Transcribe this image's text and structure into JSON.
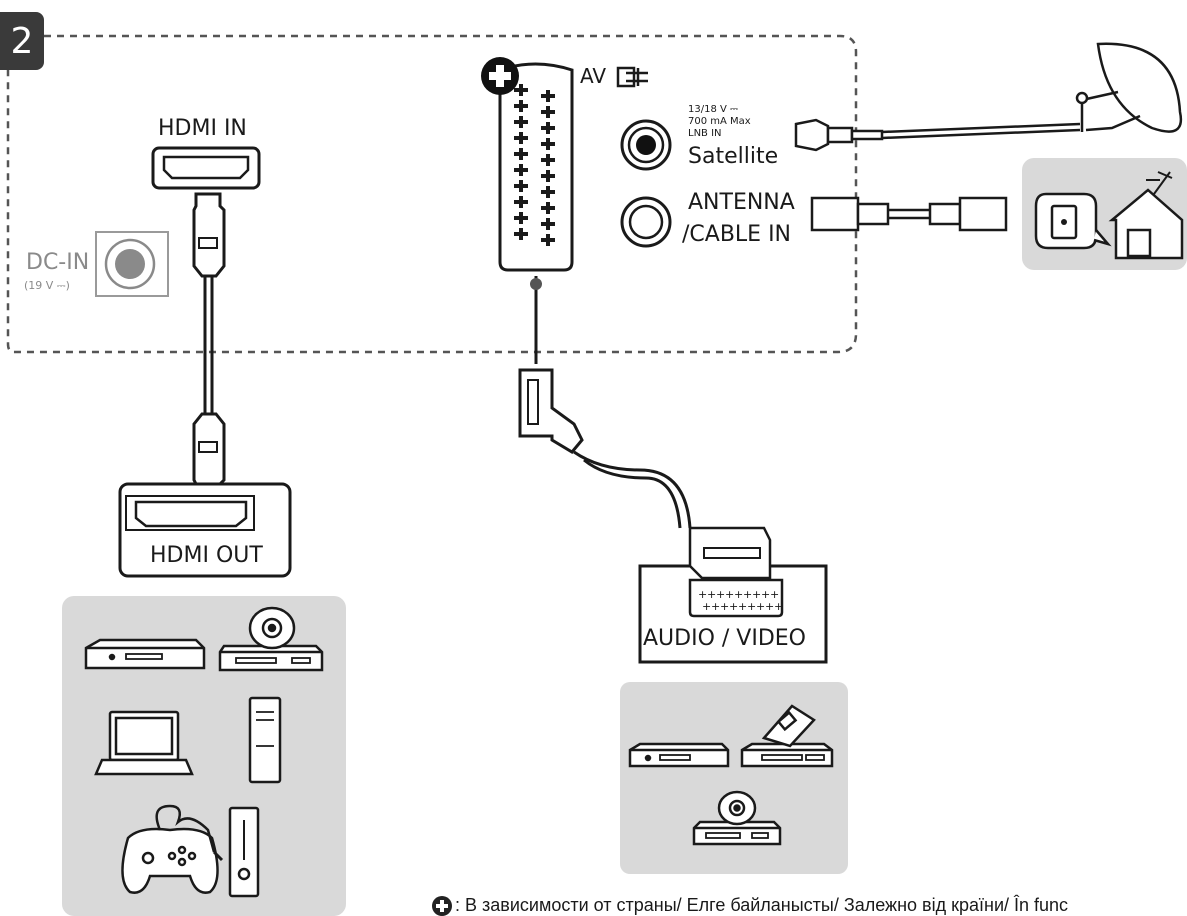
{
  "step_number": "2",
  "tv_panel": {
    "hdmi_in_label": "HDMI IN",
    "dc_in_label": "DC-IN",
    "dc_in_voltage": "(19 V ⎓)",
    "av_label": "AV",
    "satellite_spec_1": "13/18  V ⎓",
    "satellite_spec_2": "700 mA Max",
    "satellite_spec_3": "LNB IN",
    "satellite_label": "Satellite",
    "antenna_label_1": "ANTENNA",
    "antenna_label_2": "/CABLE  IN"
  },
  "devices": {
    "hdmi_out_label": "HDMI OUT",
    "av_box_label": "AUDIO / VIDEO"
  },
  "footnote": ": В зависимости от страны/ Елге байланысты/ Залежно від країни/ În func",
  "colors": {
    "line": "#1a1a1a",
    "device_panel": "#d9d9d9",
    "dc_in": "#8a8a8a",
    "badge": "#3a3a3a"
  }
}
